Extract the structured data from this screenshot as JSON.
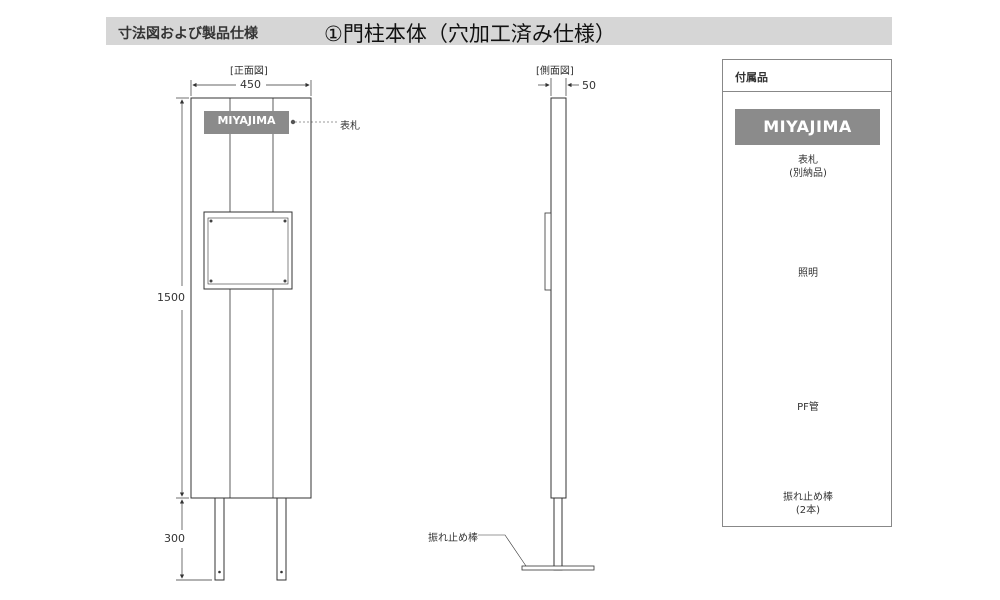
{
  "header": {
    "section_label": "寸法図および製品仕様",
    "title": "①門柱本体（穴加工済み仕様）"
  },
  "front_view": {
    "label": "[正面図]",
    "width_dim": "450",
    "height_dim": "1500",
    "post_dim": "300",
    "nameplate_text": "MIYAJIMA",
    "nameplate_callout": "表札"
  },
  "side_view": {
    "label": "[側面図]",
    "depth_dim": "50",
    "stabilizer_callout": "振れ止め棒"
  },
  "accessories": {
    "title": "付属品",
    "items": [
      {
        "name": "表札",
        "note": "(別納品)",
        "icon": "nameplate-icon",
        "brand": "MIYAJIMA"
      },
      {
        "name": "照明",
        "note": "",
        "icon": "light-icon"
      },
      {
        "name": "PF管",
        "note": "",
        "icon": "pf-conduit-icon"
      },
      {
        "name": "振れ止め棒",
        "note": "(2本)",
        "icon": "stabilizer-rod-icon"
      }
    ]
  },
  "colors": {
    "header_bg": "#d6d6d6",
    "nameplate_bg": "#8b8b8b",
    "line": "#333333"
  }
}
